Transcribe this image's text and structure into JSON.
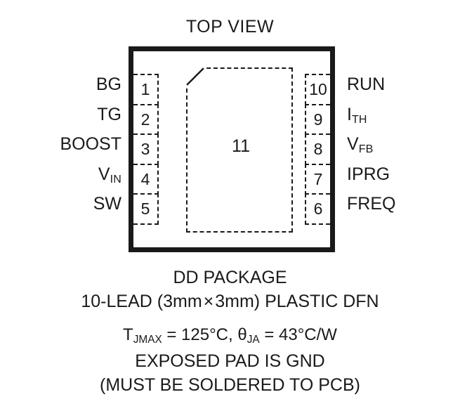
{
  "title": "TOP VIEW",
  "package": {
    "exposed_pad_number": "11",
    "pins_left": [
      {
        "number": "1",
        "name": "BG",
        "sub": ""
      },
      {
        "number": "2",
        "name": "TG",
        "sub": ""
      },
      {
        "number": "3",
        "name": "BOOST",
        "sub": ""
      },
      {
        "number": "4",
        "name": "V",
        "sub": "IN"
      },
      {
        "number": "5",
        "name": "SW",
        "sub": ""
      }
    ],
    "pins_right": [
      {
        "number": "10",
        "name": "RUN",
        "sub": ""
      },
      {
        "number": "9",
        "name": "I",
        "sub": "TH"
      },
      {
        "number": "8",
        "name": "V",
        "sub": "FB"
      },
      {
        "number": "7",
        "name": "IPRG",
        "sub": ""
      },
      {
        "number": "6",
        "name": "FREQ",
        "sub": ""
      }
    ]
  },
  "caption": {
    "package_name": "DD PACKAGE",
    "lead_line_prefix": "10-LEAD (3mm",
    "times_symbol": "×",
    "lead_line_suffix": "3mm) PLASTIC DFN",
    "thermal_tjmax_symbol": "T",
    "thermal_tjmax_sub": "JMAX",
    "thermal_tjmax_value": " = 125°C, ",
    "thermal_theta_symbol": "θ",
    "thermal_theta_sub": "JA",
    "thermal_theta_value": " = 43°C/W",
    "exposed_pad_note": "EXPOSED PAD IS GND",
    "solder_note": "(MUST BE SOLDERED TO PCB)"
  },
  "colors": {
    "ink": "#1a1a1a",
    "background": "#ffffff"
  }
}
